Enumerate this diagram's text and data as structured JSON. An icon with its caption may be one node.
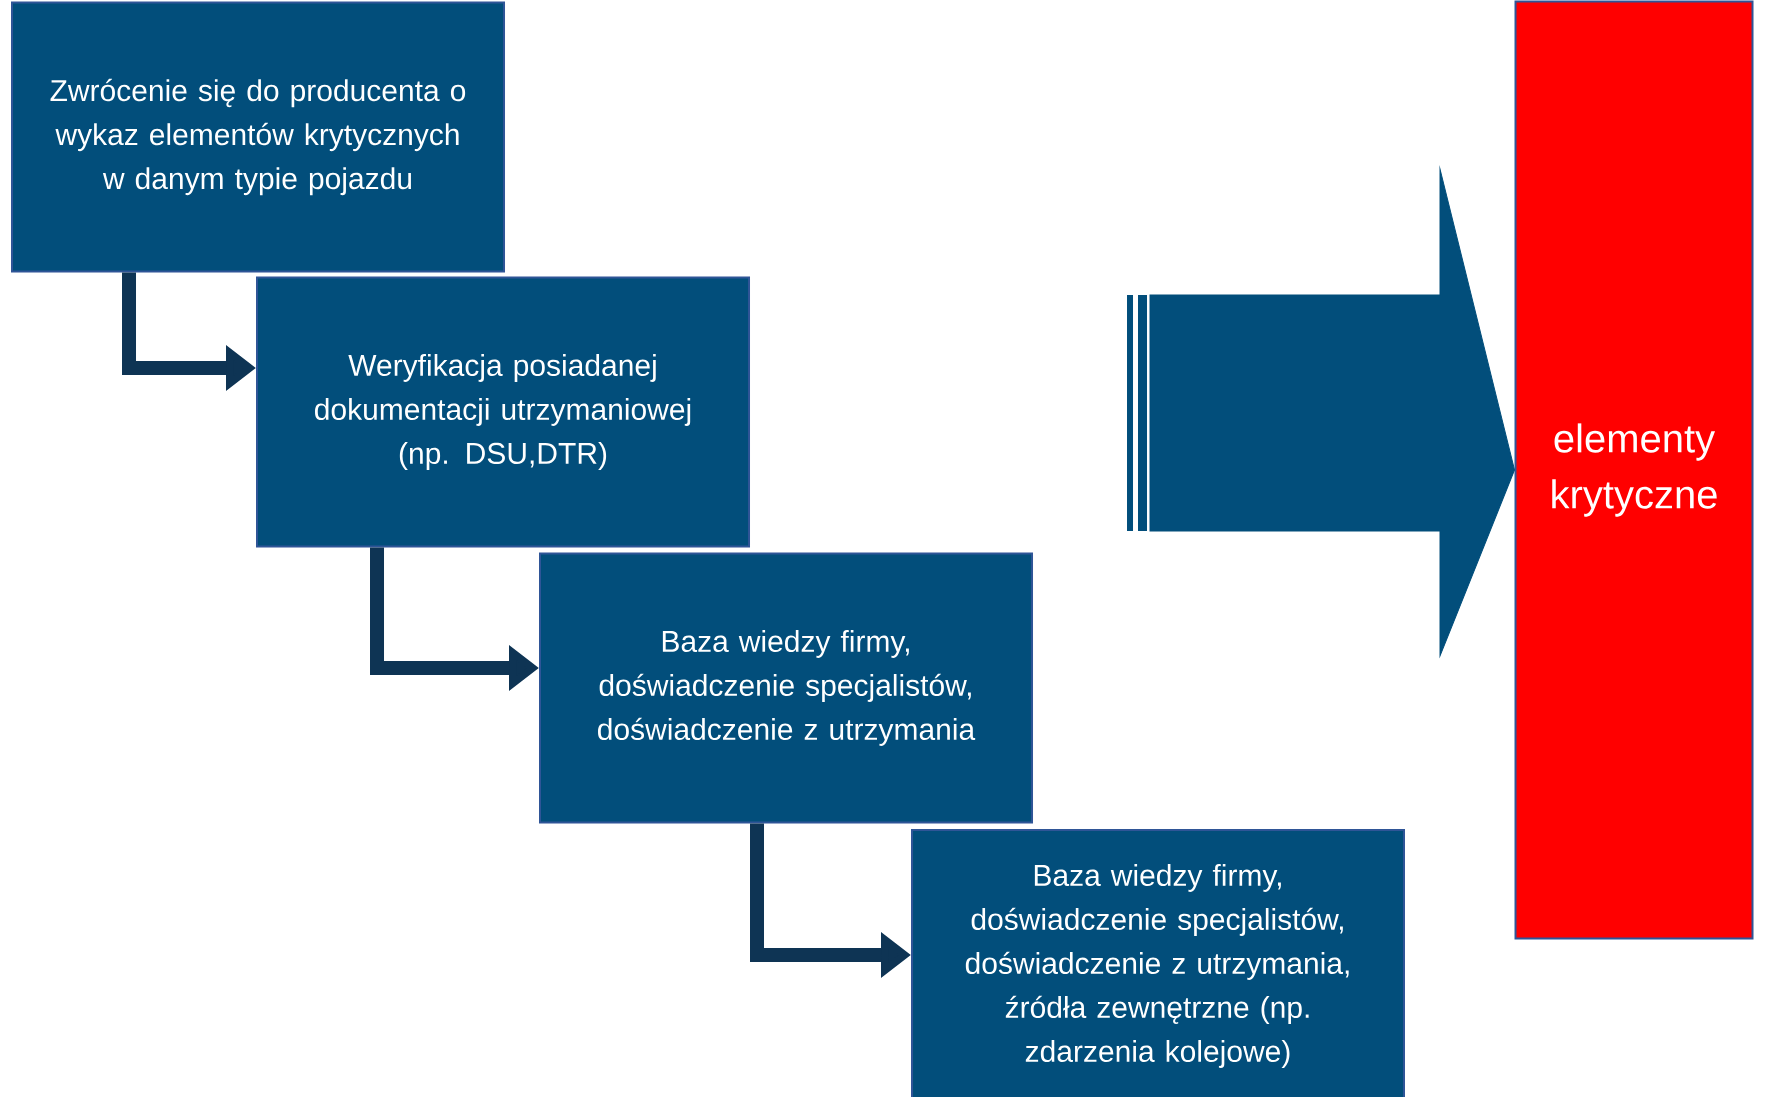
{
  "diagram": {
    "nodes": [
      {
        "text": [
          "Zwrócenie się do producenta o wykaz elementów krytycznych w danym typie pojazdu"
        ]
      },
      {
        "text": [
          "Weryfikacja posiadanej dokumentacji utrzymaniowej (np. DSU,DTR)"
        ]
      },
      {
        "text": [
          "Baza wiedzy firmy, doświadczenie specjalistów, doświadczenie z utrzymania"
        ]
      },
      {
        "text": [
          "Baza wiedzy firmy, doświadczenie specjalistów, doświadczenie z utrzymania, źródła zewnętrzne (np. zdarzenia kolejowe)"
        ]
      },
      {
        "text": [
          "elementy krytyczne"
        ]
      }
    ],
    "edges": [
      {
        "from": 0,
        "to": 1,
        "arrow": "to"
      },
      {
        "from": 1,
        "to": 2,
        "arrow": "to"
      },
      {
        "from": 2,
        "to": 3,
        "arrow": "to"
      },
      {
        "from": null,
        "to": 4,
        "arrow": "to",
        "style": "thick"
      }
    ]
  }
}
